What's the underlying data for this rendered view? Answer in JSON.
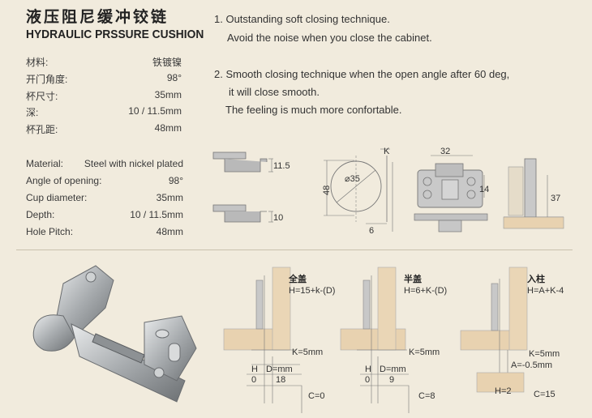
{
  "header": {
    "title_cn": "液压阻尼缓冲铰链",
    "title_en": "HYDRAULIC PRSSURE CUSHION"
  },
  "specs_cn": [
    {
      "label": "材料:",
      "value": "铁镀镍"
    },
    {
      "label": "开门角度:",
      "value": "98°"
    },
    {
      "label": "杯尺寸:",
      "value": "35mm"
    },
    {
      "label": "深:",
      "value": "10 / 11.5mm"
    },
    {
      "label": "杯孔距:",
      "value": "48mm"
    }
  ],
  "specs_en": [
    {
      "label": "Material:",
      "value": "Steel with nickel plated"
    },
    {
      "label": "Angle of opening:",
      "value": "98°"
    },
    {
      "label": "Cup diameter:",
      "value": "35mm"
    },
    {
      "label": "Depth:",
      "value": "10 / 11.5mm"
    },
    {
      "label": "Hole Pitch:",
      "value": "48mm"
    }
  ],
  "features": [
    "1. Outstanding soft closing technique.",
    "Avoid the noise when you close the cabinet.",
    "2. Smooth closing technique when the open angle after 60 deg,",
    "it will close smooth.",
    "The feeling is much more confortable."
  ],
  "diagrams": {
    "cup_depth_1": "11.5",
    "cup_depth_2": "10",
    "cup_diameter": "⌀35",
    "hole_pitch": "48",
    "offset_k": "K",
    "edge": "6",
    "base_width": "32",
    "base_height": "14",
    "side_height": "37"
  },
  "overlays": [
    {
      "name_cn": "全盖",
      "formula": "H=15+k-(D)",
      "k_label": "K=5mm",
      "table_headers": [
        "H",
        "D=mm"
      ],
      "table_values": [
        "0",
        "18"
      ],
      "c_label": "C=0"
    },
    {
      "name_cn": "半盖",
      "formula": "H=6+K-(D)",
      "k_label": "K=5mm",
      "table_headers": [
        "H",
        "D=mm"
      ],
      "table_values": [
        "0",
        "9"
      ],
      "c_label": "C=8"
    },
    {
      "name_cn": "入柱",
      "formula": "H=A+K-4",
      "k_label": "K=5mm",
      "a_label": "A=-0.5mm",
      "h_label": "H=2",
      "c_label": "C=15"
    }
  ],
  "colors": {
    "background": "#f1ebdd",
    "wood": "#e8d2b0",
    "metal": "#bfc2c4",
    "line": "#6a6a6a"
  }
}
